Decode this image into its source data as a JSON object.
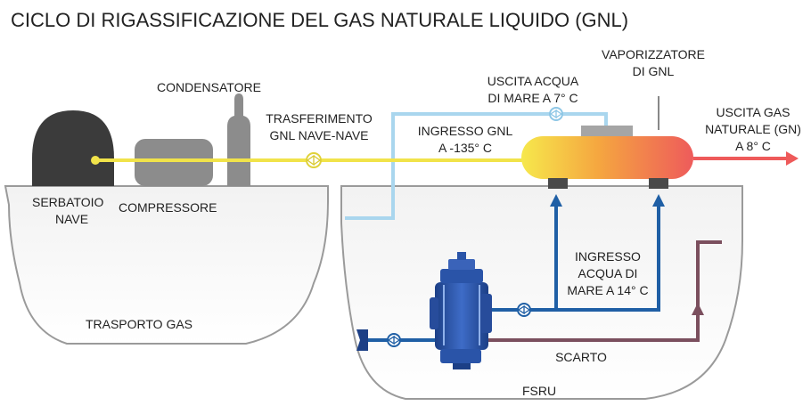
{
  "title": "CICLO DI RIGASSIFICAZIONE DEL GAS NATURALE LIQUIDO (GNL)",
  "labels": {
    "condensatore": "CONDENSATORE",
    "trasferimento_1": "TRASFERIMENTO",
    "trasferimento_2": "GNL NAVE-NAVE",
    "serbatoio_1": "SERBATOIO",
    "serbatoio_2": "NAVE",
    "compressore": "COMPRESSORE",
    "trasporto_gas": "TRASPORTO GAS",
    "uscita_acqua_1": "USCITA ACQUA",
    "uscita_acqua_2": "DI MARE A 7° C",
    "vaporizzatore_1": "VAPORIZZATORE",
    "vaporizzatore_2": "DI GNL",
    "ingresso_gnl_1": "INGRESSO GNL",
    "ingresso_gnl_2": "A -135° C",
    "uscita_gas_1": "USCITA GAS",
    "uscita_gas_2": "NATURALE (GN)",
    "uscita_gas_3": "A 8° C",
    "ingresso_acqua_1": "INGRESSO",
    "ingresso_acqua_2": "ACQUA DI",
    "ingresso_acqua_3": "MARE A 14° C",
    "scarto": "SCARTO",
    "fsru": "FSRU"
  },
  "colors": {
    "gnl_line": "#f1e34a",
    "seawater_out": "#a9d6ee",
    "seawater_in": "#1f5fa5",
    "discharge": "#7b4f5e",
    "gas_out": "#ee5a5a",
    "hull_stroke": "#999999"
  }
}
